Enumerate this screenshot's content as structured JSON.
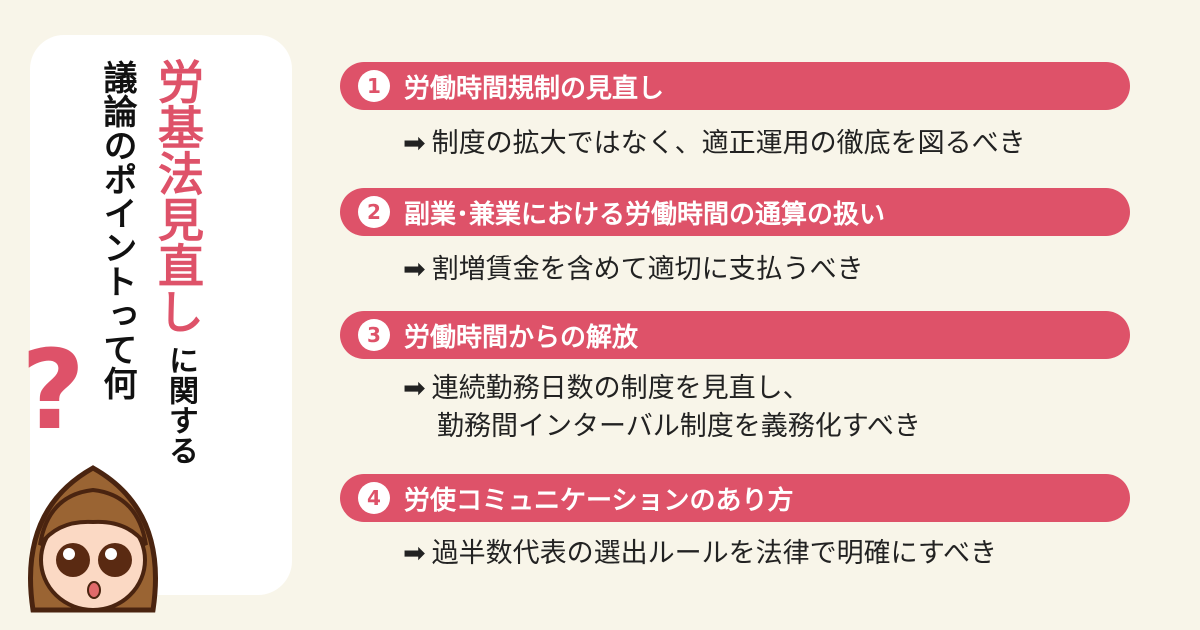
{
  "title": {
    "highlight": "労基法見直し",
    "connector": "に関する",
    "main": "議論のポイントって何",
    "question_mark": "?"
  },
  "colors": {
    "accent": "#de5269",
    "background": "#f8f5e9",
    "panel": "#ffffff"
  },
  "arrow_glyph": "➡",
  "points": [
    {
      "number": "1",
      "heading": "労働時間規制の見直し",
      "lines": [
        "制度の拡大ではなく、適正運用の徹底を図るべき"
      ]
    },
    {
      "number": "2",
      "heading": "副業･兼業における労働時間の通算の扱い",
      "lines": [
        "割増賃金を含めて適切に支払うべき"
      ]
    },
    {
      "number": "3",
      "heading": "労働時間からの解放",
      "lines": [
        "連続勤務日数の制度を見直し、",
        "勤務間インターバル制度を義務化すべき"
      ]
    },
    {
      "number": "4",
      "heading": "労使コミュニケーションのあり方",
      "lines": [
        "過半数代表の選出ルールを法律で明確にすべき"
      ]
    }
  ]
}
